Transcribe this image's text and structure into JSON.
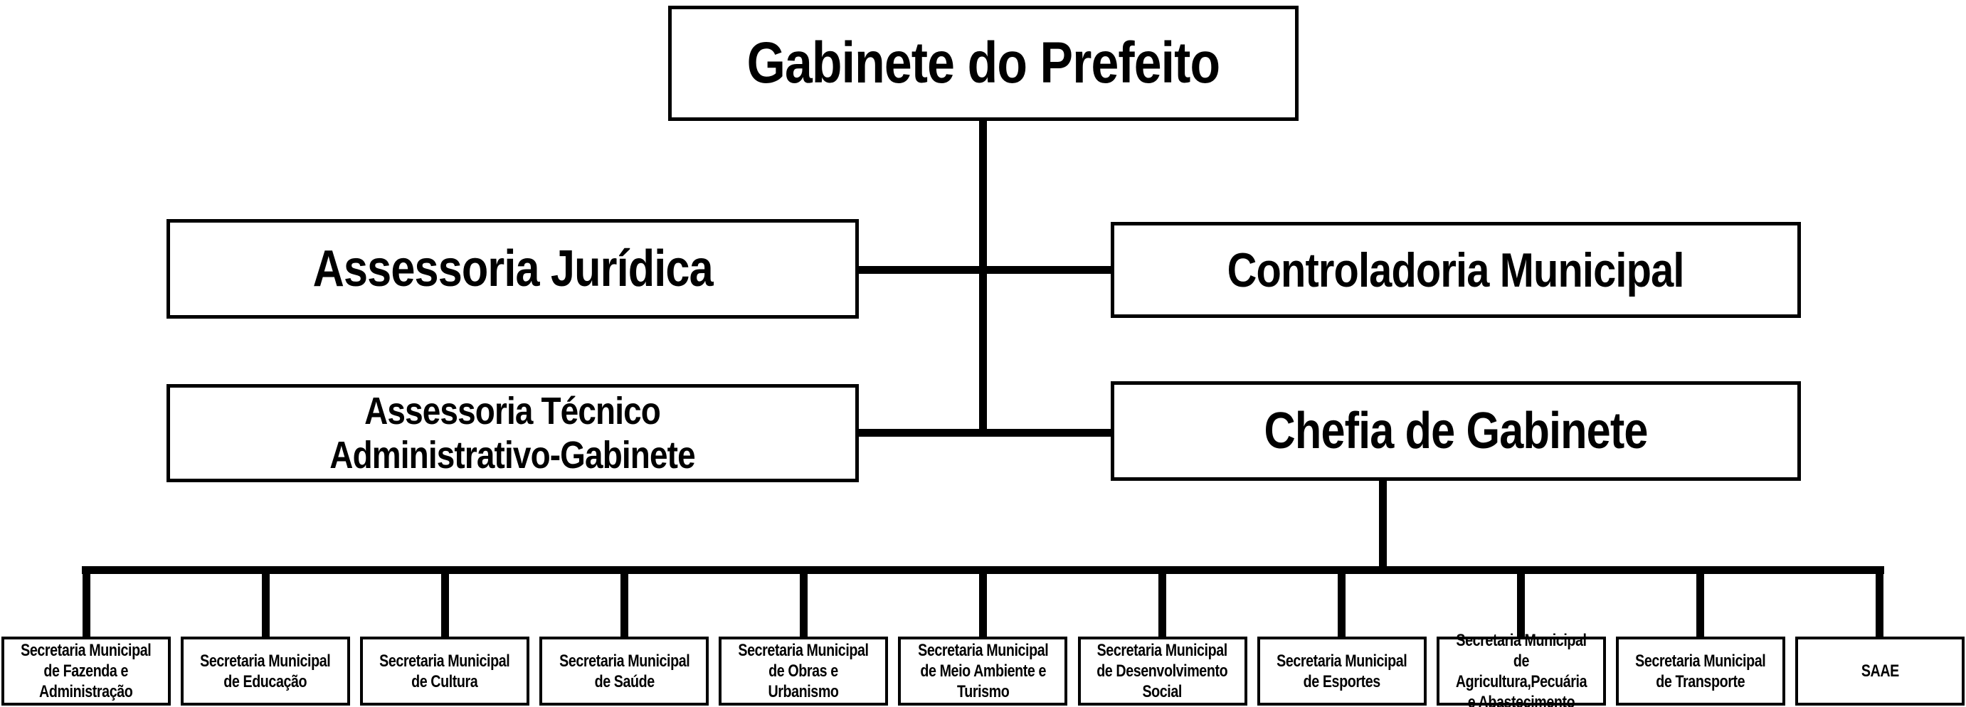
{
  "org": {
    "title": "Gabinete do Prefeito",
    "root": {
      "label": "Gabinete do Prefeito"
    },
    "advisory": [
      {
        "id": "assessoria-juridica",
        "label": "Assessoria Jurídica"
      },
      {
        "id": "controladoria-municipal",
        "label": "Controladoria Municipal"
      },
      {
        "id": "assessoria-tecnico",
        "label": "Assessoria Técnico\nAdministrativo-Gabinete"
      },
      {
        "id": "chefia-de-gabinete",
        "label": "Chefia de Gabinete"
      }
    ],
    "secretariats": [
      {
        "id": "fazenda",
        "label": "Secretaria Municipal\nde Fazenda e\nAdministração"
      },
      {
        "id": "educacao",
        "label": "Secretaria Municipal\nde Educação"
      },
      {
        "id": "cultura",
        "label": "Secretaria Municipal\nde Cultura"
      },
      {
        "id": "saude",
        "label": "Secretaria Municipal\nde Saúde"
      },
      {
        "id": "obras",
        "label": "Secretaria Municipal\nde Obras e Urbanismo"
      },
      {
        "id": "meio-ambiente",
        "label": "Secretaria Municipal\nde Meio Ambiente e\nTurismo"
      },
      {
        "id": "desenvolvimento",
        "label": "Secretaria Municipal\nde Desenvolvimento\nSocial"
      },
      {
        "id": "esportes",
        "label": "Secretaria Municipal\nde Esportes"
      },
      {
        "id": "agricultura",
        "label": "Secretaria Municipal de\nAgricultura,Pecuária\ne Abastecimento"
      },
      {
        "id": "transporte",
        "label": "Secretaria Municipal\nde Transporte"
      },
      {
        "id": "saae",
        "label": "SAAE"
      }
    ],
    "colors": {
      "background": "#ffffff",
      "box_border": "#000000",
      "text": "#000000",
      "connector": "#000000"
    }
  }
}
